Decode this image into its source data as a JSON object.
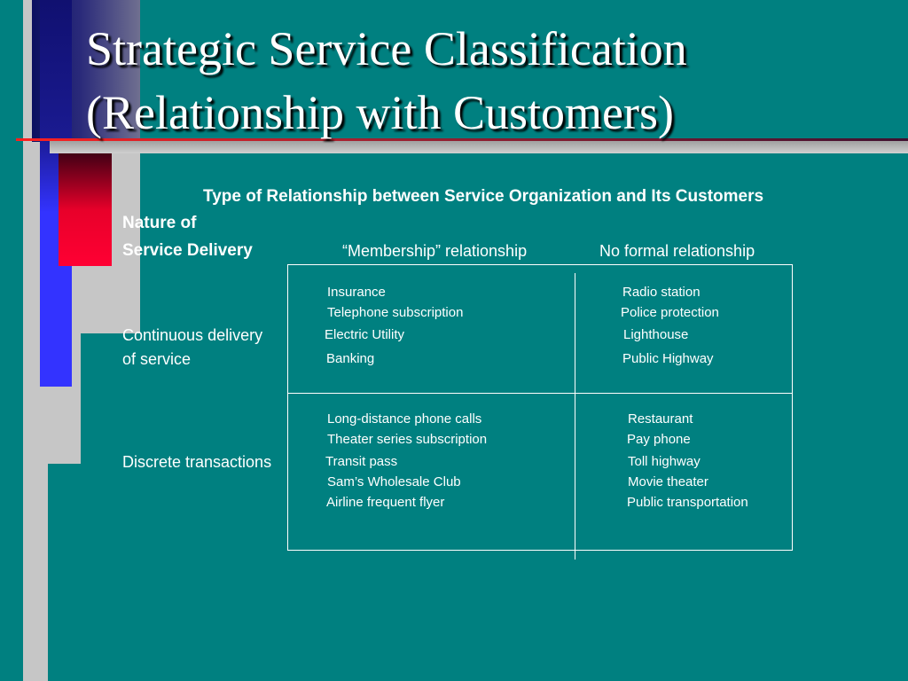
{
  "slide": {
    "title_line1": "Strategic Service Classification",
    "title_line2": "(Relationship with Customers)"
  },
  "table": {
    "super_header": "Type of Relationship between Service Organization and Its Customers",
    "row_header_line1": "Nature of",
    "row_header_line2": "Service Delivery",
    "col1_header": "“Membership” relationship",
    "col2_header": "No formal relationship",
    "rows": [
      {
        "label_line1": "Continuous delivery",
        "label_line2": "of service",
        "membership": [
          "Insurance",
          "Telephone subscription",
          "Electric Utility",
          "Banking"
        ],
        "no_formal": [
          "Radio station",
          "Police protection",
          "Lighthouse",
          "Public  Highway"
        ]
      },
      {
        "label_line1": "Discrete transactions",
        "membership": [
          "Long-distance phone calls",
          "Theater series subscription",
          "Transit  pass",
          "Sam’s Wholesale Club",
          "Airline frequent flyer"
        ],
        "no_formal": [
          "Restaurant",
          "Pay phone",
          "Toll highway",
          "Movie theater",
          "Public transportation"
        ]
      }
    ]
  },
  "colors": {
    "background": "#008080",
    "navy": "#0b1060",
    "blue": "#3333ff",
    "red": "#e8002a",
    "gray": "#c0c0c0",
    "white": "#ffffff"
  }
}
